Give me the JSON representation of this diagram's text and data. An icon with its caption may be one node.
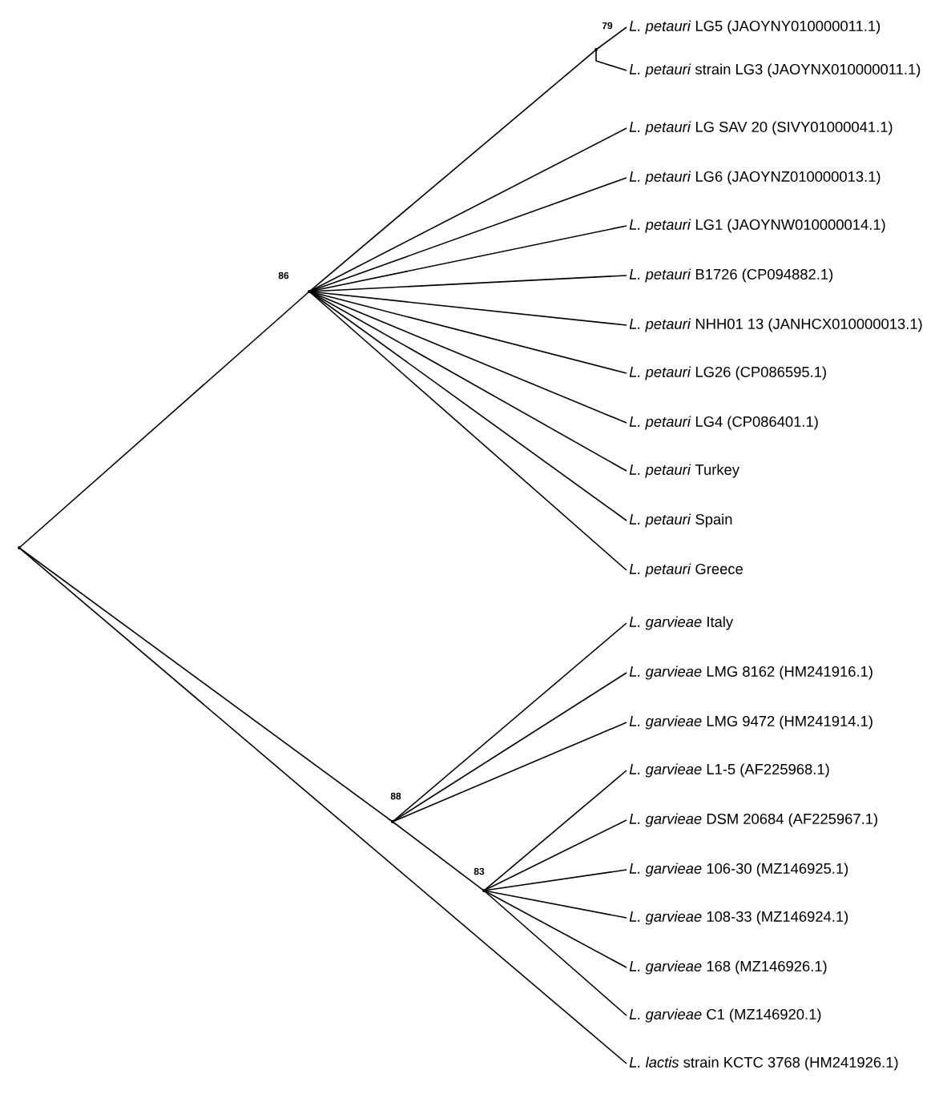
{
  "diagram": {
    "nodes": [
      {
        "text": [],
        "shape": "point"
      },
      {
        "text": [],
        "shape": "point",
        "beside": [
          "86"
        ]
      },
      {
        "text": [],
        "shape": "point",
        "beside": [
          "79"
        ]
      },
      {
        "text": [
          "*L. petauri* LG5 (JAOYNY010000011.1)"
        ]
      },
      {
        "text": [
          "*L. petauri* strain LG3 (JAOYNX010000011.1)"
        ]
      },
      {
        "text": [
          "*L. petauri* LG SAV 20 (SIVY01000041.1)"
        ]
      },
      {
        "text": [
          "*L. petauri* LG6 (JAOYNZ010000013.1)"
        ]
      },
      {
        "text": [
          "*L. petauri* LG1 (JAOYNW010000014.1)"
        ]
      },
      {
        "text": [
          "*L. petauri* B1726 (CP094882.1)"
        ]
      },
      {
        "text": [
          "*L. petauri* NHH01 13 (JANHCX010000013.1)"
        ]
      },
      {
        "text": [
          "*L. petauri* LG26 (CP086595.1)"
        ]
      },
      {
        "text": [
          "*L. petauri* LG4 (CP086401.1)"
        ]
      },
      {
        "text": [
          "*L. petauri* Turkey"
        ]
      },
      {
        "text": [
          "*L. petauri* Spain"
        ]
      },
      {
        "text": [
          "*L. petauri* Greece"
        ]
      },
      {
        "text": [],
        "shape": "point",
        "beside": [
          "88"
        ]
      },
      {
        "text": [
          "*L. garvieae* Italy"
        ]
      },
      {
        "text": [
          "*L. garvieae* LMG 8162 (HM241916.1)"
        ]
      },
      {
        "text": [
          "*L. garvieae* LMG 9472 (HM241914.1)"
        ]
      },
      {
        "text": [],
        "shape": "point",
        "beside": [
          "83"
        ]
      },
      {
        "text": [
          "*L. garvieae* L1-5 (AF225968.1)"
        ]
      },
      {
        "text": [
          "*L. garvieae* DSM 20684 (AF225967.1)"
        ]
      },
      {
        "text": [
          "*L. garvieae* 106-30 (MZ146925.1)"
        ]
      },
      {
        "text": [
          "*L. garvieae* 108-33 (MZ146924.1)"
        ]
      },
      {
        "text": [
          "*L. garvieae* 168 (MZ146926.1)"
        ]
      },
      {
        "text": [
          "*L. garvieae* C1 (MZ146920.1)"
        ]
      },
      {
        "text": [
          "*L. lactis* strain KCTC 3768 (HM241926.1)"
        ]
      }
    ],
    "edges": [
      {
        "from": 0,
        "to": 1,
        "arrow": "none"
      },
      {
        "from": 1,
        "to": 2,
        "arrow": "none"
      },
      {
        "from": 2,
        "to": 3,
        "arrow": "none"
      },
      {
        "from": 2,
        "to": 4,
        "arrow": "none"
      },
      {
        "from": 1,
        "to": 5,
        "arrow": "none"
      },
      {
        "from": 1,
        "to": 6,
        "arrow": "none"
      },
      {
        "from": 1,
        "to": 7,
        "arrow": "none"
      },
      {
        "from": 1,
        "to": 8,
        "arrow": "none"
      },
      {
        "from": 1,
        "to": 9,
        "arrow": "none"
      },
      {
        "from": 1,
        "to": 10,
        "arrow": "none"
      },
      {
        "from": 1,
        "to": 11,
        "arrow": "none"
      },
      {
        "from": 1,
        "to": 12,
        "arrow": "none"
      },
      {
        "from": 1,
        "to": 13,
        "arrow": "none"
      },
      {
        "from": 1,
        "to": 14,
        "arrow": "none"
      },
      {
        "from": 0,
        "to": 15,
        "arrow": "none"
      },
      {
        "from": 15,
        "to": 16,
        "arrow": "none"
      },
      {
        "from": 15,
        "to": 17,
        "arrow": "none"
      },
      {
        "from": 15,
        "to": 18,
        "arrow": "none"
      },
      {
        "from": 15,
        "to": 19,
        "arrow": "none"
      },
      {
        "from": 19,
        "to": 20,
        "arrow": "none"
      },
      {
        "from": 19,
        "to": 21,
        "arrow": "none"
      },
      {
        "from": 19,
        "to": 22,
        "arrow": "none"
      },
      {
        "from": 19,
        "to": 23,
        "arrow": "none"
      },
      {
        "from": 19,
        "to": 24,
        "arrow": "none"
      },
      {
        "from": 19,
        "to": 25,
        "arrow": "none"
      },
      {
        "from": 0,
        "to": 26,
        "arrow": "none"
      }
    ]
  }
}
